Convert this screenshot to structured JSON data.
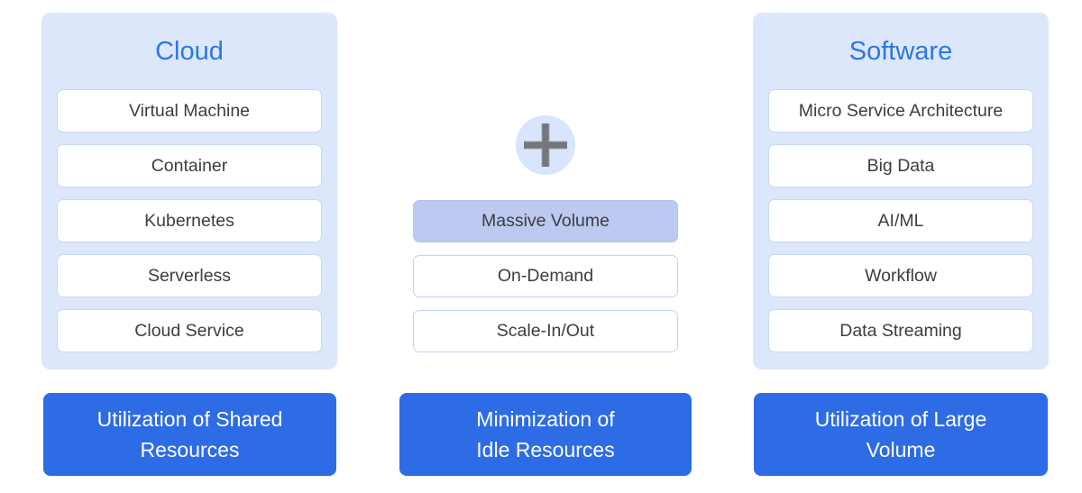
{
  "diagram": {
    "cloud": {
      "title": "Cloud",
      "items": [
        "Virtual Machine",
        "Container",
        "Kubernetes",
        "Serverless",
        "Cloud Service"
      ],
      "caption": "Utilization of Shared\nResources"
    },
    "middle": {
      "plus_icon": "plus-icon",
      "items": [
        "Massive Volume",
        "On-Demand",
        "Scale-In/Out"
      ],
      "caption": "Minimization of\nIdle Resources"
    },
    "software": {
      "title": "Software",
      "items": [
        "Micro Service Architecture",
        "Big Data",
        "AI/ML",
        "Workflow",
        "Data Streaming"
      ],
      "caption": "Utilization of Large\nVolume"
    }
  },
  "colors": {
    "panel_bg": "#dce7fb",
    "title_blue": "#2b77e8",
    "item_border": "#cbd7f2",
    "item_text": "#3d3d3d",
    "highlight_bg": "#bdc9f1",
    "cta_bg": "#2d6ce5",
    "cta_text": "#ffffff",
    "plus_circle_bg": "#d9e5fc",
    "plus_glyph": "#74777b"
  }
}
